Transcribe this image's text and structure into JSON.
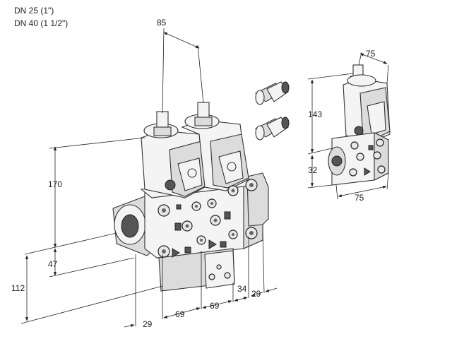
{
  "headers": [
    "DN 25 (1\")",
    "DN 40 (1 1/2\")"
  ],
  "dimensions": {
    "top_width": "85",
    "height_main": "170",
    "height_inlet": "47",
    "height_base": "112",
    "offset_left": "29",
    "section_1": "69",
    "section_2": "69",
    "section_3": "34",
    "offset_right": "29",
    "small_top": "75",
    "small_height": "143",
    "small_lower": "32",
    "small_width": "75"
  }
}
